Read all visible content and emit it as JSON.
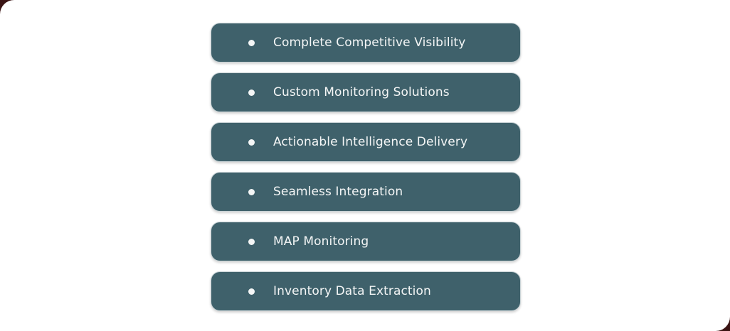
{
  "features": [
    "Complete Competitive Visibility",
    "Custom Monitoring Solutions",
    "Actionable Intelligence Delivery",
    "Seamless Integration",
    "MAP Monitoring",
    "Inventory Data Extraction"
  ],
  "colors": {
    "item_background": "#3f616b",
    "text": "#f4f6f6",
    "frame": "#3a1414",
    "canvas": "#ffffff"
  }
}
